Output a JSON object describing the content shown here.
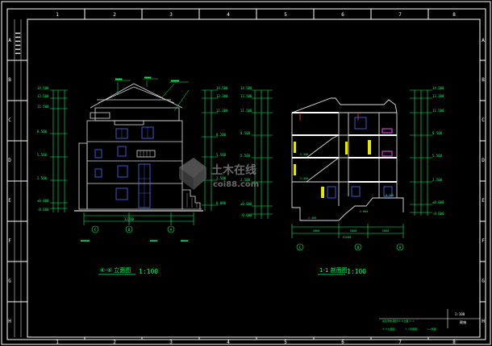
{
  "sheet": {
    "column_labels": [
      "1",
      "2",
      "3",
      "4",
      "5",
      "6",
      "7",
      "8"
    ],
    "row_labels": [
      "A",
      "B",
      "C",
      "D",
      "E",
      "F",
      "G",
      "H"
    ]
  },
  "colors": {
    "background": "#000000",
    "frame": "#ffffff",
    "structure": "#dcdcdc",
    "window": "#4a6cff",
    "dimension": "#00ff66",
    "label": "#00ffee",
    "accent_yellow": "#e6e600",
    "axis_red": "#ff3030",
    "magenta": "#ff44ff",
    "watermark": "#8c8c8c"
  },
  "elevation_view": {
    "title": "⑥-⑥ 立面图",
    "scale": "1:100",
    "total_width": "12200",
    "axis_labels": [
      "C",
      "B",
      "A"
    ],
    "left_levels": [
      "14.500",
      "13.500",
      "11.500",
      "8.500",
      "5.500",
      "2.500",
      "±0.000",
      "-0.600"
    ],
    "right_levels": [
      "14.500",
      "12.300",
      "11.200",
      "8.200",
      "5.500",
      "2.500",
      "0.000"
    ]
  },
  "section_view": {
    "title": "1-1 剖面图",
    "scale": "1:100",
    "total_width": "12200",
    "segment_dims": [
      "4800",
      "3000",
      "3800"
    ],
    "axis_labels": [
      "C",
      "B",
      "A"
    ],
    "left_levels": [
      "14.500",
      "13.500",
      "11.500",
      "8.500",
      "5.500",
      "2.500",
      "±0.000",
      "-0.600"
    ],
    "right_levels": [
      "14.500",
      "13.200",
      "11.500",
      "8.500",
      "5.500",
      "2.500",
      "±0.000",
      "-0.600"
    ],
    "inner_levels": [
      "5.500",
      "2.500",
      "-2.400",
      "-2.800",
      "-0.300"
    ]
  },
  "title_block": {
    "scale_text": "1:100",
    "sheet_no": "建施",
    "note_main": "某住宅楼·图纸  ⑥-⑥立面 ①-①",
    "note_sub_1": "⑥-⑥立面图",
    "note_sub_2": "①-①剖面图",
    "note_sub_3": "1-1剖面"
  },
  "watermark": {
    "brand": "土木在线",
    "site": "coi88.com"
  }
}
